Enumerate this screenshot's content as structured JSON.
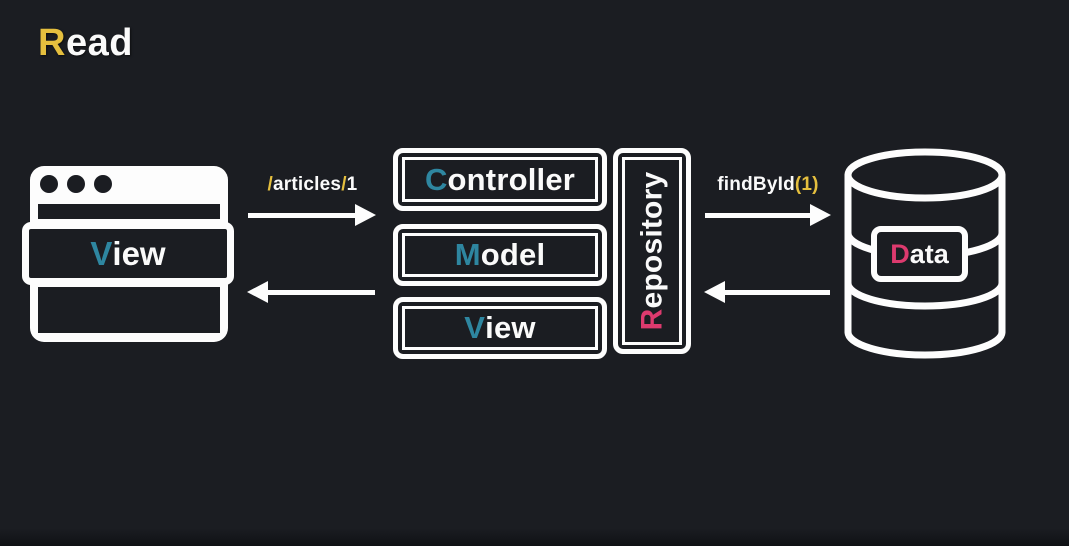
{
  "title": {
    "lead": "R",
    "rest": "ead"
  },
  "nodes": {
    "browser_view": {
      "lead": "V",
      "rest": "iew"
    },
    "controller": {
      "lead": "C",
      "rest": "ontroller"
    },
    "model": {
      "lead": "M",
      "rest": "odel"
    },
    "view": {
      "lead": "V",
      "rest": "iew"
    },
    "repository": {
      "lead": "R",
      "rest": "epository"
    },
    "data": {
      "lead": "D",
      "rest": "ata"
    }
  },
  "arrows": {
    "request": {
      "slash1": "/",
      "path": "articles",
      "slash2": "/",
      "id": "1"
    },
    "query": {
      "method": "findById",
      "args": "(1)"
    }
  },
  "colors": {
    "background": "#1b1d22",
    "accent_yellow": "#e5bf3e",
    "accent_teal": "#2e86a0",
    "accent_pink": "#dd3a6e",
    "foreground": "#fafafa"
  }
}
